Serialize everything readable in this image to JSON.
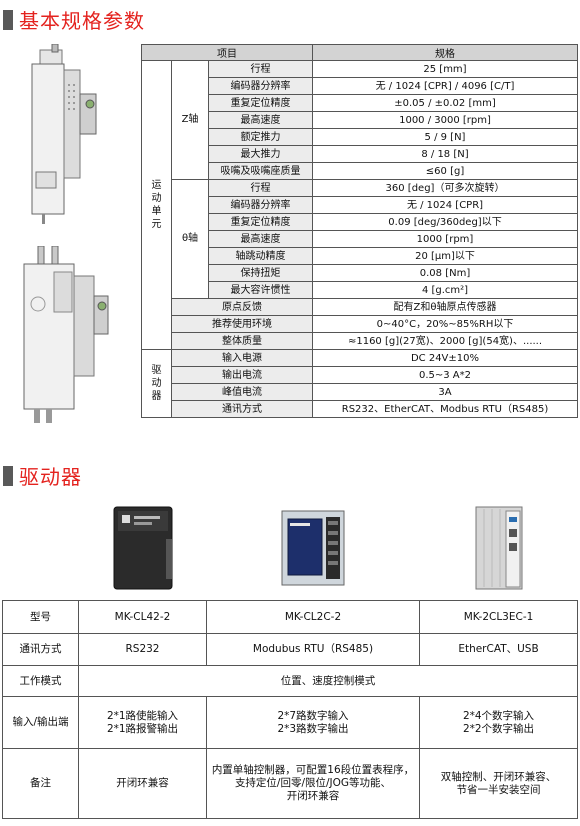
{
  "section1": {
    "title": "基本规格参数"
  },
  "section2": {
    "title": "驱动器"
  },
  "spec": {
    "headers": [
      "项目",
      "规格"
    ],
    "group_motion": "运动单元",
    "group_driver": "驱动器",
    "z_axis": {
      "label": "Z轴",
      "rows": [
        {
          "name": "行程",
          "value": "25 [mm]"
        },
        {
          "name": "编码器分辨率",
          "value": "无 / 1024 [CPR] / 4096 [C/T]"
        },
        {
          "name": "重复定位精度",
          "value": "±0.05 / ±0.02 [mm]"
        },
        {
          "name": "最高速度",
          "value": "1000 / 3000 [rpm]"
        },
        {
          "name": "额定推力",
          "value": "5 / 9 [N]"
        },
        {
          "name": "最大推力",
          "value": "8 / 18 [N]"
        },
        {
          "name": "吸嘴及吸嘴座质量",
          "value": "≤60 [g]"
        }
      ]
    },
    "theta_axis": {
      "label": "θ轴",
      "rows": [
        {
          "name": "行程",
          "value": "360 [deg]（可多次旋转）"
        },
        {
          "name": "编码器分辨率",
          "value": "无 / 1024 [CPR]"
        },
        {
          "name": "重复定位精度",
          "value": "0.09 [deg/360deg]以下"
        },
        {
          "name": "最高速度",
          "value": "1000 [rpm]"
        },
        {
          "name": "轴跳动精度",
          "value": "20 [μm]以下"
        },
        {
          "name": "保持扭矩",
          "value": "0.08 [Nm]"
        },
        {
          "name": "最大容许惯性",
          "value": "4 [g.cm²]"
        }
      ]
    },
    "general": [
      {
        "name": "原点反馈",
        "value": "配有Z和θ轴原点传感器"
      },
      {
        "name": "推荐使用环境",
        "value": "0~40°C，20%~85%RH以下"
      },
      {
        "name": "整体质量",
        "value": "≈1160 [g](27宽)、2000 [g](54宽)、......"
      }
    ],
    "driver": [
      {
        "name": "输入电源",
        "value": "DC 24V±10%"
      },
      {
        "name": "输出电流",
        "value": "0.5~3 A*2"
      },
      {
        "name": "峰值电流",
        "value": "3A"
      },
      {
        "name": "通讯方式",
        "value": "RS232、EtherCAT、Modbus RTU（RS485)"
      }
    ]
  },
  "drivers": {
    "model_label": "型号",
    "models": [
      "MK-CL42-2",
      "MK-CL2C-2",
      "MK-2CL3EC-1"
    ],
    "comm_label": "通讯方式",
    "comm": [
      "RS232",
      "Modubus RTU（RS485)",
      "EtherCAT、USB"
    ],
    "mode_label": "工作模式",
    "mode": "位置、速度控制模式",
    "io_label": "输入/输出端",
    "io": [
      [
        "2*1路使能输入",
        "2*1路报警输出"
      ],
      [
        "2*7路数字输入",
        "2*3路数字输出"
      ],
      [
        "2*4个数字输入",
        "2*2个数字输出"
      ]
    ],
    "note_label": "备注",
    "notes": [
      [
        "开闭环兼容"
      ],
      [
        "内置单轴控制器，可配置16段位置表程序，",
        "支持定位/回零/限位/JOG等功能、",
        "开闭环兼容"
      ],
      [
        "双轴控制、开闭环兼容、",
        "节省一半安装空间"
      ]
    ]
  }
}
